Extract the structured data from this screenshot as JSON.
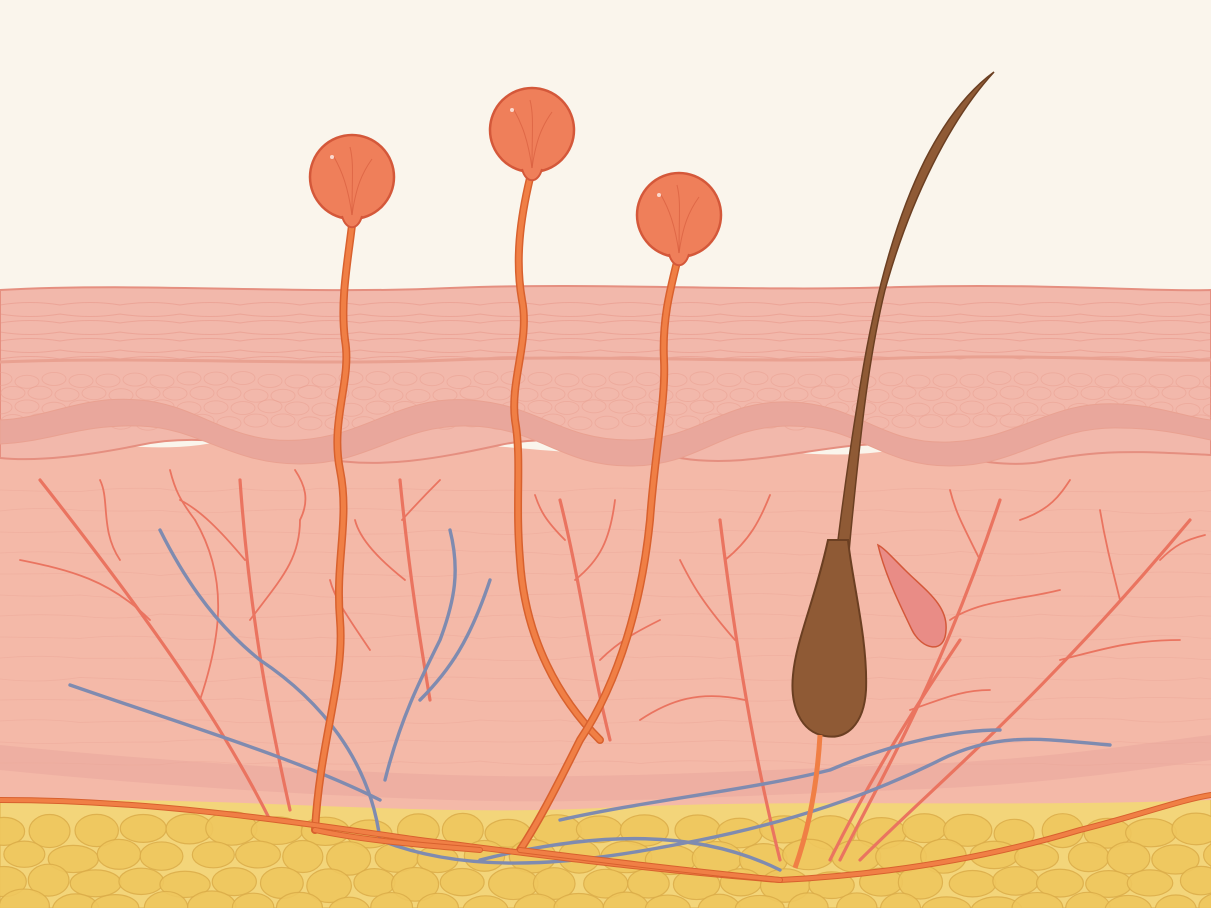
{
  "diagram": {
    "kind": "skin-cross-section",
    "labels": [],
    "colors": {
      "background": "#faf5ec",
      "epidermis": "#f2b8ab",
      "epidermis_line": "#e58f80",
      "papillary_band": "#e9a79c",
      "dermis": "#f4b9a8",
      "dermis_texture": "#e9a191",
      "hypodermis": "#f3d57a",
      "fat_cell": "#efc75e",
      "fat_outline": "#dcae4a",
      "nerve": "#f07f45",
      "nerve_outline": "#d8612e",
      "receptor": "#ef7f5a",
      "receptor_outline": "#d4583a",
      "artery": "#ea7460",
      "vein": "#7f8bb0",
      "hair": "#8f5a35",
      "hair_outline": "#6b3f22",
      "gland": "#e98c86"
    },
    "elements": [
      {
        "name": "epidermis-layer"
      },
      {
        "name": "papillary-layer"
      },
      {
        "name": "dermis-layer"
      },
      {
        "name": "hypodermis-fat-layer"
      },
      {
        "name": "sensory-nerve-fibers",
        "count": 3
      },
      {
        "name": "receptor-bulbs",
        "count": 3
      },
      {
        "name": "hair-shaft"
      },
      {
        "name": "hair-follicle-bulb"
      },
      {
        "name": "sebaceous-gland"
      },
      {
        "name": "arterial-capillary-network"
      },
      {
        "name": "venous-network"
      }
    ]
  }
}
